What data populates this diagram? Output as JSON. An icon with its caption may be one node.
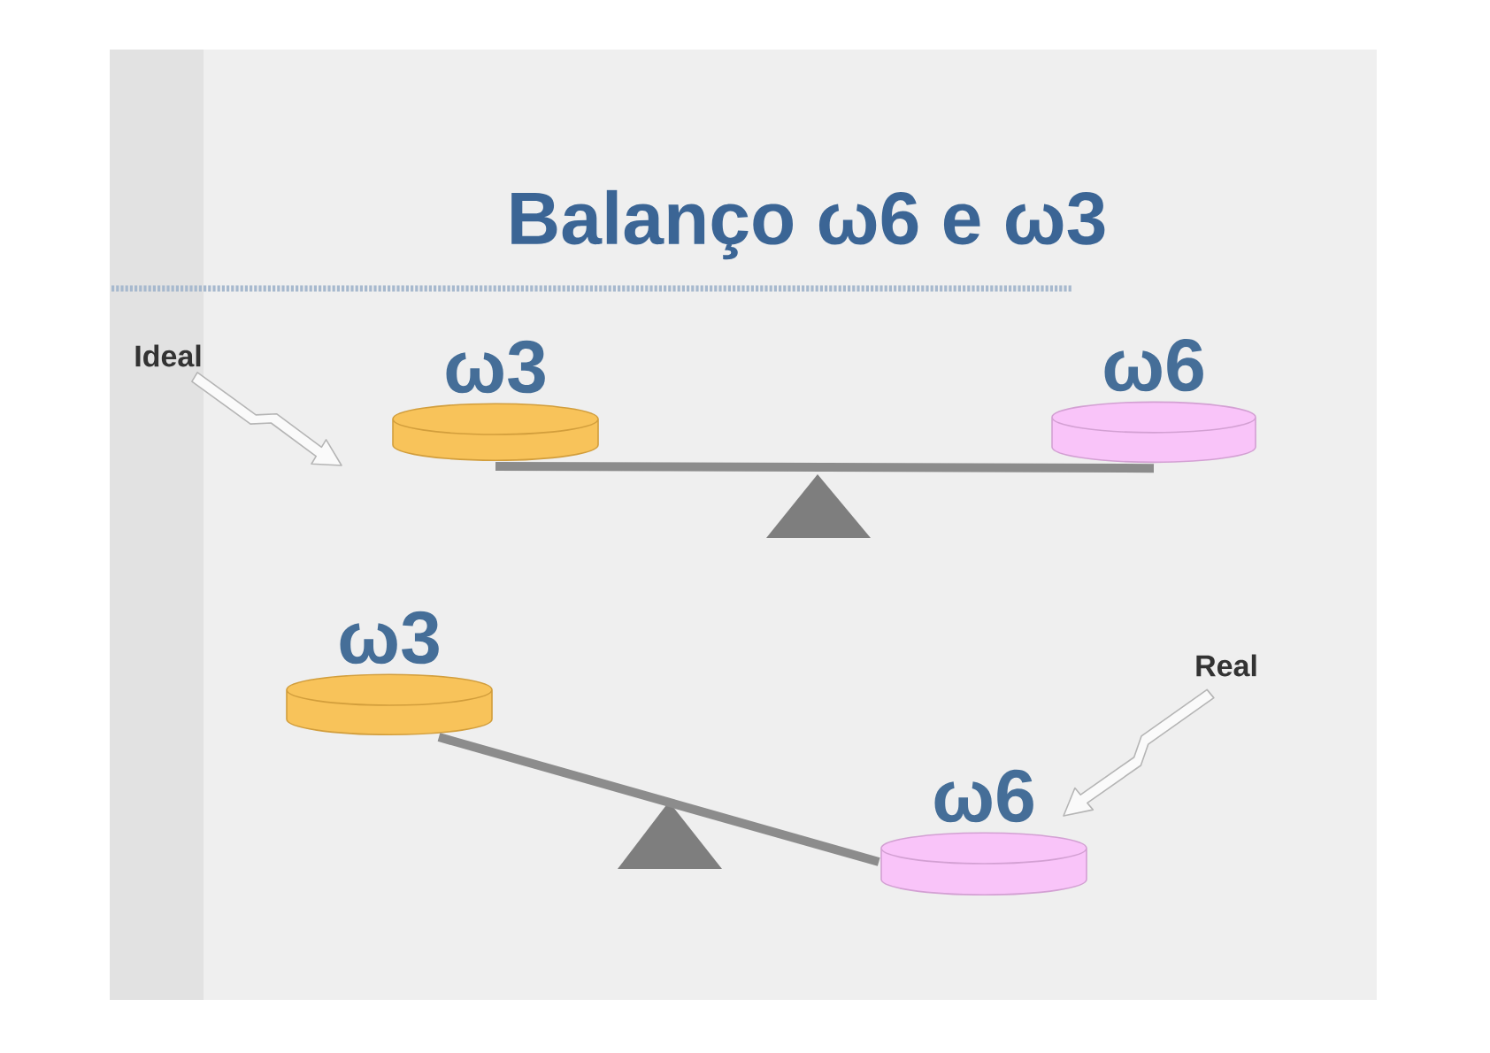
{
  "diagram": {
    "title": "Balanço ω6 e ω3",
    "nodes": [
      {
        "text": [
          "Ideal"
        ]
      },
      {
        "text": [
          "ω3"
        ]
      },
      {
        "text": [
          "ω6"
        ]
      },
      {
        "text": [
          "ω3"
        ]
      },
      {
        "text": [
          "Real"
        ]
      },
      {
        "text": [
          "ω6"
        ]
      }
    ],
    "edges": [
      {
        "from": 0,
        "to": null,
        "arrow": "to"
      },
      {
        "from": 1,
        "to": 2,
        "arrow": "none"
      },
      {
        "from": 3,
        "to": 5,
        "arrow": "none"
      },
      {
        "from": 4,
        "to": null,
        "arrow": "to"
      }
    ]
  }
}
